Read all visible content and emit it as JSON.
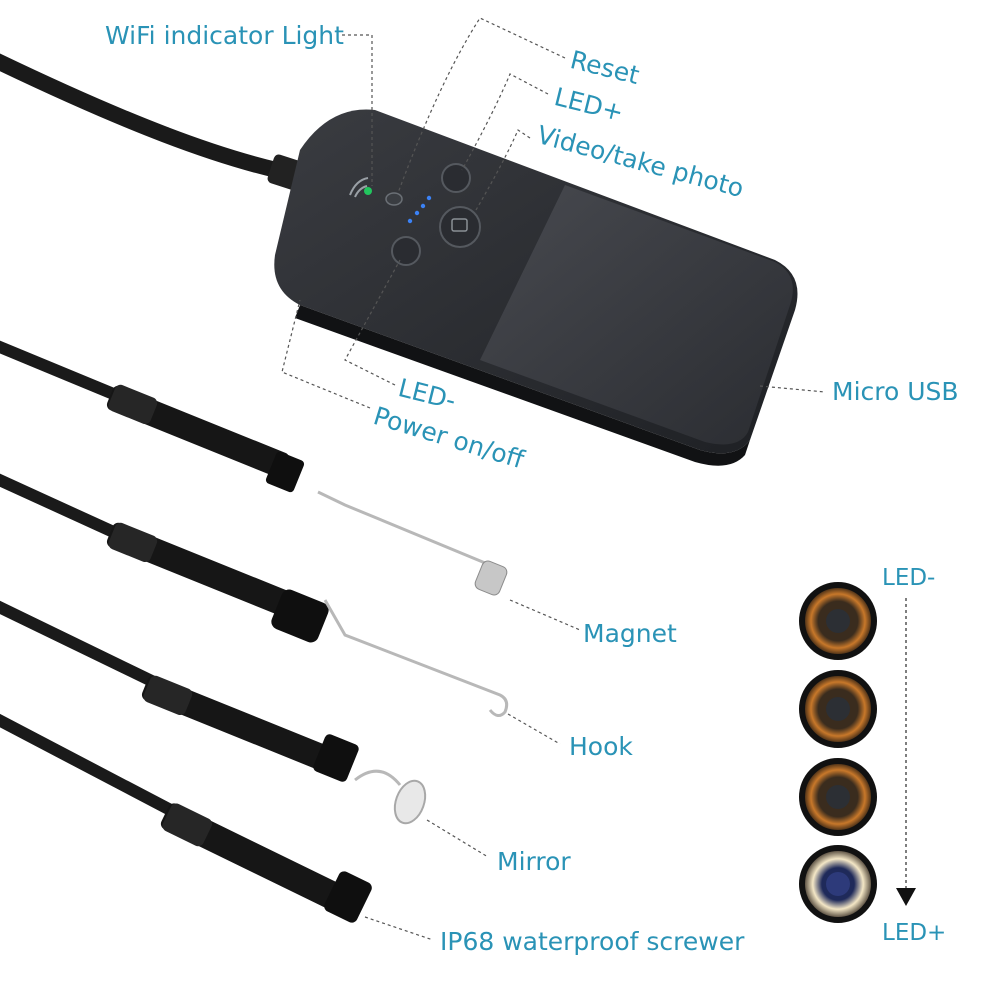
{
  "labels": {
    "wifi_indicator": "WiFi indicator Light",
    "reset": "Reset",
    "led_plus_button": "LED+",
    "video_photo": "Video/take photo",
    "led_minus_button": "LED-",
    "power": "Power on/off",
    "micro_usb": "Micro USB",
    "magnet": "Magnet",
    "hook": "Hook",
    "mirror": "Mirror",
    "screwer": "IP68 waterproof screwer",
    "scale_top": "LED-",
    "scale_bottom": "LED+"
  },
  "colors": {
    "label_text": "#2a93b6",
    "device_body": "#2b2d31",
    "cable": "#1a1a1a",
    "wifi_led": "#22c55e",
    "level_leds": "#3b82f6"
  },
  "icons": [
    "wifi-icon",
    "camera-icon"
  ],
  "led_level_count": 4
}
